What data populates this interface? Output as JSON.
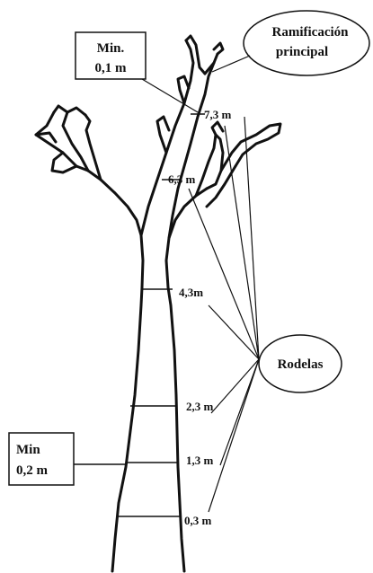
{
  "callouts": {
    "top_min_line1": "Min.",
    "top_min_line2": "0,1 m",
    "bottom_min_line1": "Min",
    "bottom_min_line2": "0,2 m",
    "main_branch_line1": "Ramificación",
    "main_branch_line2": "principal",
    "discs": "Rodelas"
  },
  "heights": [
    {
      "label": "7,3 m"
    },
    {
      "label": "6,3 m"
    },
    {
      "label": "4,3m"
    },
    {
      "label": "2,3 m"
    },
    {
      "label": "1,3 m"
    },
    {
      "label": "0,3 m"
    }
  ]
}
